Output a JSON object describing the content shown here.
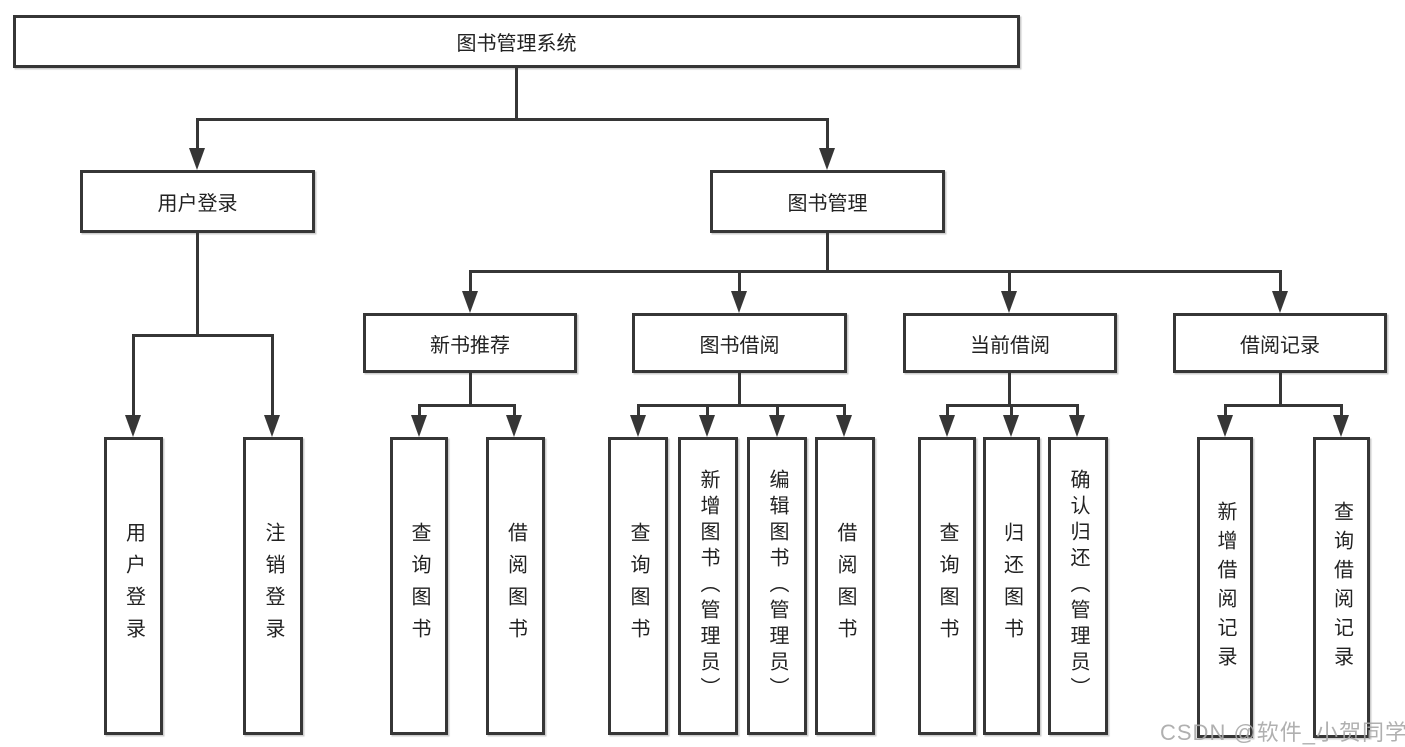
{
  "tree": {
    "label": "图书管理系统",
    "children": [
      {
        "label": "用户登录",
        "children": [
          {
            "label": "用户登录"
          },
          {
            "label": "注销登录"
          }
        ]
      },
      {
        "label": "图书管理",
        "children": [
          {
            "label": "新书推荐",
            "children": [
              {
                "label": "查询图书"
              },
              {
                "label": "借阅图书"
              }
            ]
          },
          {
            "label": "图书借阅",
            "children": [
              {
                "label": "查询图书"
              },
              {
                "label": "新增图书（管理员）"
              },
              {
                "label": "编辑图书（管理员）"
              },
              {
                "label": "借阅图书"
              }
            ]
          },
          {
            "label": "当前借阅",
            "children": [
              {
                "label": "查询图书"
              },
              {
                "label": "归还图书"
              },
              {
                "label": "确认归还（管理员）"
              }
            ]
          },
          {
            "label": "借阅记录",
            "children": [
              {
                "label": "新增借阅记录"
              },
              {
                "label": "查询借阅记录"
              }
            ]
          }
        ]
      }
    ]
  },
  "watermark": "CSDN @软件_小贺同学",
  "colors": {
    "line": "#363636",
    "text": "#222222",
    "background": "#ffffff",
    "watermark": "#a8a8a8"
  }
}
